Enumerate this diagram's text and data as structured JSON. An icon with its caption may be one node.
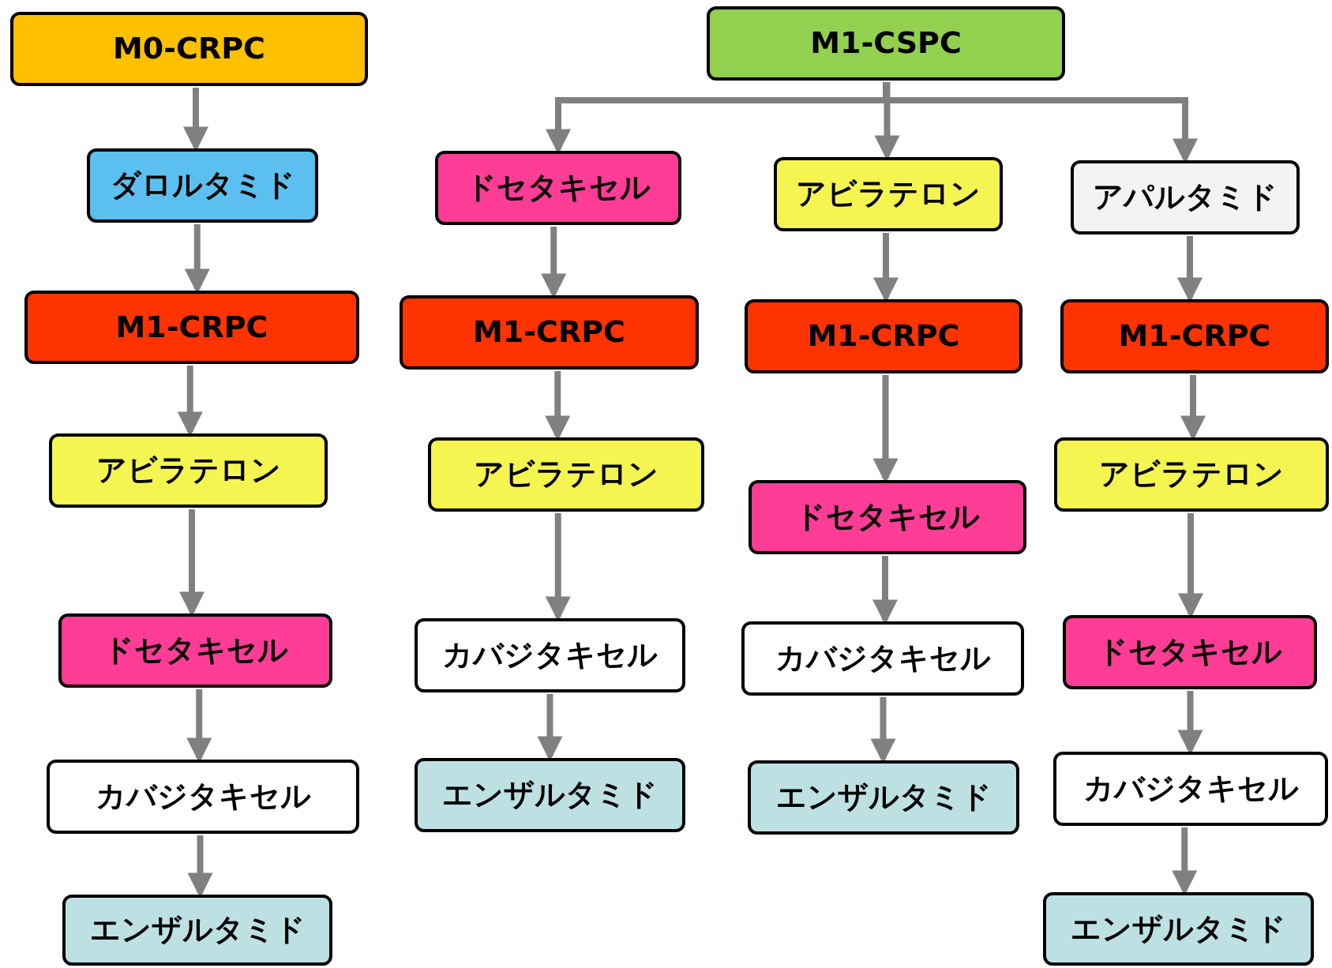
{
  "diagram": {
    "nodes": [
      {
        "text": [
          "M0-CRPC"
        ]
      },
      {
        "text": [
          "ダロルタミド"
        ]
      },
      {
        "text": [
          "M1-CRPC"
        ]
      },
      {
        "text": [
          "アビラテロン"
        ]
      },
      {
        "text": [
          "ドセタキセル"
        ]
      },
      {
        "text": [
          "カバジタキセル"
        ]
      },
      {
        "text": [
          "エンザルタミド"
        ]
      },
      {
        "text": [
          "M1-CSPC"
        ]
      },
      {
        "text": [
          "ドセタキセル"
        ]
      },
      {
        "text": [
          "M1-CRPC"
        ]
      },
      {
        "text": [
          "アビラテロン"
        ]
      },
      {
        "text": [
          "カバジタキセル"
        ]
      },
      {
        "text": [
          "エンザルタミド"
        ]
      },
      {
        "text": [
          "アビラテロン"
        ]
      },
      {
        "text": [
          "M1-CRPC"
        ]
      },
      {
        "text": [
          "ドセタキセル"
        ]
      },
      {
        "text": [
          "カバジタキセル"
        ]
      },
      {
        "text": [
          "エンザルタミド"
        ]
      },
      {
        "text": [
          "アパルタミド"
        ]
      },
      {
        "text": [
          "M1-CRPC"
        ]
      },
      {
        "text": [
          "アビラテロン"
        ]
      },
      {
        "text": [
          "ドセタキセル"
        ]
      },
      {
        "text": [
          "カバジタキセル"
        ]
      },
      {
        "text": [
          "エンザルタミド"
        ]
      }
    ],
    "edges": [
      {
        "from": 0,
        "to": 1,
        "arrow": "to"
      },
      {
        "from": 1,
        "to": 2,
        "arrow": "to"
      },
      {
        "from": 2,
        "to": 3,
        "arrow": "to"
      },
      {
        "from": 3,
        "to": 4,
        "arrow": "to"
      },
      {
        "from": 4,
        "to": 5,
        "arrow": "to"
      },
      {
        "from": 5,
        "to": 6,
        "arrow": "to"
      },
      {
        "from": 7,
        "to": 8,
        "arrow": "to"
      },
      {
        "from": 7,
        "to": 13,
        "arrow": "to"
      },
      {
        "from": 7,
        "to": 18,
        "arrow": "to"
      },
      {
        "from": 8,
        "to": 9,
        "arrow": "to"
      },
      {
        "from": 9,
        "to": 10,
        "arrow": "to"
      },
      {
        "from": 10,
        "to": 11,
        "arrow": "to"
      },
      {
        "from": 11,
        "to": 12,
        "arrow": "to"
      },
      {
        "from": 13,
        "to": 14,
        "arrow": "to"
      },
      {
        "from": 14,
        "to": 15,
        "arrow": "to"
      },
      {
        "from": 15,
        "to": 16,
        "arrow": "to"
      },
      {
        "from": 16,
        "to": 17,
        "arrow": "to"
      },
      {
        "from": 18,
        "to": 19,
        "arrow": "to"
      },
      {
        "from": 19,
        "to": 20,
        "arrow": "to"
      },
      {
        "from": 20,
        "to": 21,
        "arrow": "to"
      },
      {
        "from": 21,
        "to": 22,
        "arrow": "to"
      },
      {
        "from": 22,
        "to": 23,
        "arrow": "to"
      }
    ]
  }
}
